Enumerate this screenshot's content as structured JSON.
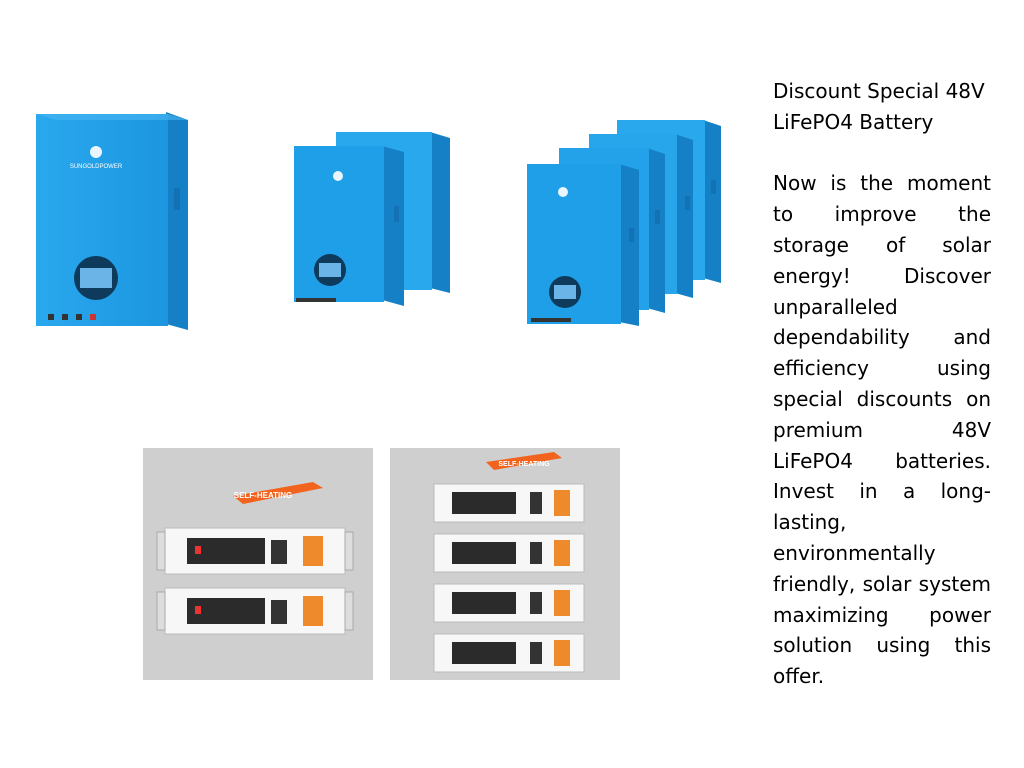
{
  "slide": {
    "title": "Discount Special 48V LiFePO4 Battery",
    "body": "Now is the moment to improve the storage of solar energy! Discover unparalleled dependability and efficiency using special discounts on premium 48V LiFePO4 batteries. Invest in a long-lasting, environmentally friendly, solar system maximizing power solution using this offer."
  },
  "images": {
    "brand_text": "SUNGOLDPOWER",
    "badge_text": "SELF-HEATING",
    "wall_units": [
      1,
      2,
      4
    ],
    "rack_units": [
      2,
      4
    ]
  },
  "colors": {
    "battery_blue": "#1ea0e8",
    "battery_blue_dark": "#0f7fc4",
    "badge_orange": "#f2641e",
    "terminal_orange": "#ee8a2b",
    "panel_grey": "#cfcfcf"
  }
}
